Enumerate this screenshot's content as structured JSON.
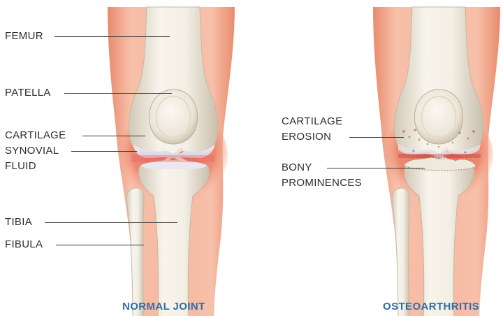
{
  "normal": {
    "caption": "NORMAL JOINT",
    "labels": {
      "femur": "FEMUR",
      "patella": "PATELLA",
      "cartilage": "CARTILAGE",
      "synovial_1": "SYNOVIAL",
      "synovial_2": "FLUID",
      "tibia": "TIBIA",
      "fibula": "FIBULA"
    }
  },
  "osteoarthritis": {
    "caption": "OSTEOARTHRITIS",
    "labels": {
      "erosion_1": "CARTILAGE",
      "erosion_2": "EROSION",
      "bony_1": "BONY",
      "bony_2": "PROMINENCES"
    }
  },
  "colors": {
    "caption": "#2e6ea6",
    "skin": "#f0a68c",
    "tissue": "#e05f52",
    "bone": "#f3efe6",
    "bone_shade": "#cfc6b4",
    "cartilage": "#e7e0ea",
    "leader": "#3a3a3a"
  }
}
